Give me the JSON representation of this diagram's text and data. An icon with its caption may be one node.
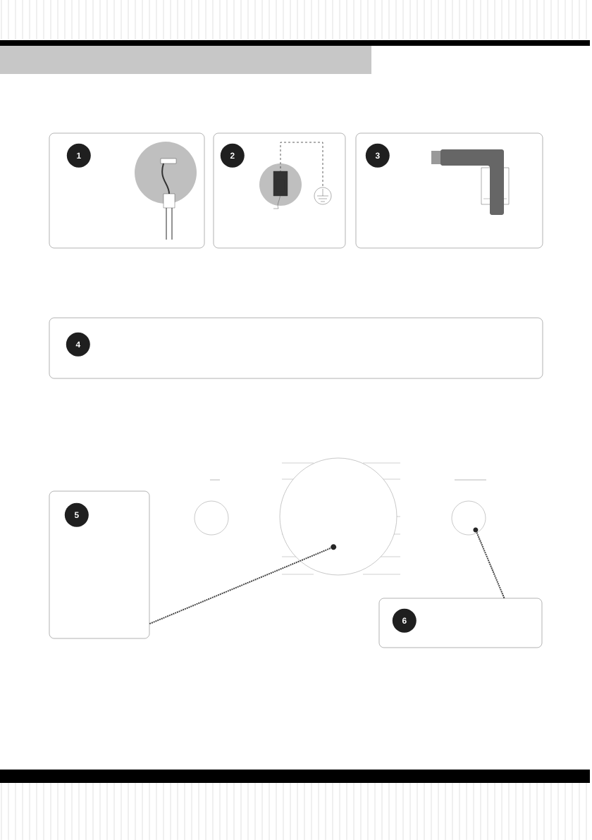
{
  "diagram": {
    "nodes": [
      {
        "text": [],
        "shape": "box"
      },
      {
        "text": [
          "1"
        ],
        "in": 0
      },
      {
        "text": [],
        "shape": "box"
      },
      {
        "text": [
          "2"
        ],
        "in": 2
      },
      {
        "text": [],
        "shape": "box"
      },
      {
        "text": [
          "3"
        ],
        "in": 4
      },
      {
        "text": [],
        "shape": "box"
      },
      {
        "text": [
          "4"
        ],
        "in": 6
      },
      {
        "text": [],
        "shape": "box"
      },
      {
        "text": [
          "5"
        ],
        "in": 8
      },
      {
        "text": [],
        "shape": "circle"
      },
      {
        "text": [],
        "shape": "circle"
      },
      {
        "text": [],
        "shape": "dot",
        "in": 11
      },
      {
        "text": [],
        "shape": "circle"
      },
      {
        "text": [],
        "shape": "dot",
        "in": 13
      },
      {
        "text": [],
        "shape": "box"
      },
      {
        "text": [
          "6"
        ],
        "in": 15
      }
    ],
    "edges": [
      {
        "from": 8,
        "to": 12,
        "arrow": "none"
      },
      {
        "from": 15,
        "to": 14,
        "arrow": "none"
      }
    ]
  }
}
